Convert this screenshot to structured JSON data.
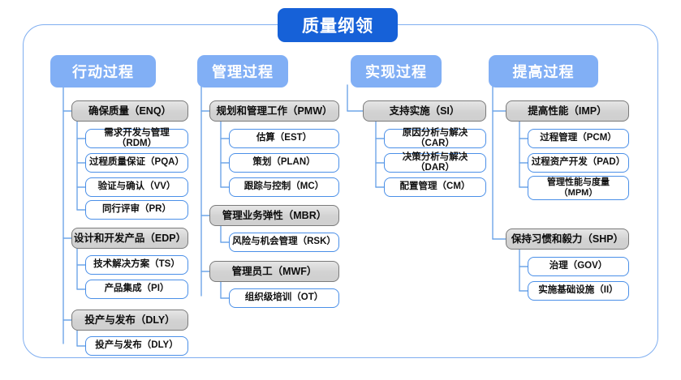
{
  "diagram": {
    "type": "hierarchy-tree",
    "root": {
      "label": "质量纲领",
      "color": "#1661D8"
    },
    "frame_color": "#7FAEF0",
    "header_color": "#81AFF5",
    "group_color": "#d2d2d2",
    "leaf_border_color": "#4A8FE8",
    "columns": [
      {
        "id": "col-action",
        "header": "行动过程",
        "groups": [
          {
            "label": "确保质量（ENQ）",
            "children": [
              "需求开发与管理（RDM）",
              "过程质量保证（PQA）",
              "验证与确认（VV）",
              "同行评审（PR）"
            ]
          },
          {
            "label": "设计和开发产品（EDP）",
            "children": [
              "技术解决方案（TS）",
              "产品集成（PI）"
            ]
          },
          {
            "label": "投产与发布（DLY）",
            "children": [
              "投产与发布（DLY）"
            ]
          }
        ]
      },
      {
        "id": "col-manage",
        "header": "管理过程",
        "groups": [
          {
            "label": "规划和管理工作（PMW）",
            "children": [
              "估算（EST）",
              "策划（PLAN）",
              "跟踪与控制（MC）"
            ]
          },
          {
            "label": "管理业务弹性（MBR）",
            "children": [
              "风险与机会管理（RSK）"
            ]
          },
          {
            "label": "管理员工（MWF）",
            "children": [
              "组织级培训（OT）"
            ]
          }
        ]
      },
      {
        "id": "col-realize",
        "header": "实现过程",
        "groups": [
          {
            "label": "支持实施（SI）",
            "children": [
              "原因分析与解决（CAR）",
              "决策分析与解决（DAR）",
              "配置管理（CM）"
            ]
          }
        ]
      },
      {
        "id": "col-improve",
        "header": "提高过程",
        "groups": [
          {
            "label": "提高性能（IMP）",
            "children": [
              "过程管理（PCM）",
              "过程资产开发（PAD）",
              "管理性能与度量\n（MPM）"
            ]
          },
          {
            "label": "保持习惯和毅力（SHP）",
            "children": [
              "治理（GOV）",
              "实施基础设施（II）"
            ]
          }
        ]
      }
    ]
  }
}
